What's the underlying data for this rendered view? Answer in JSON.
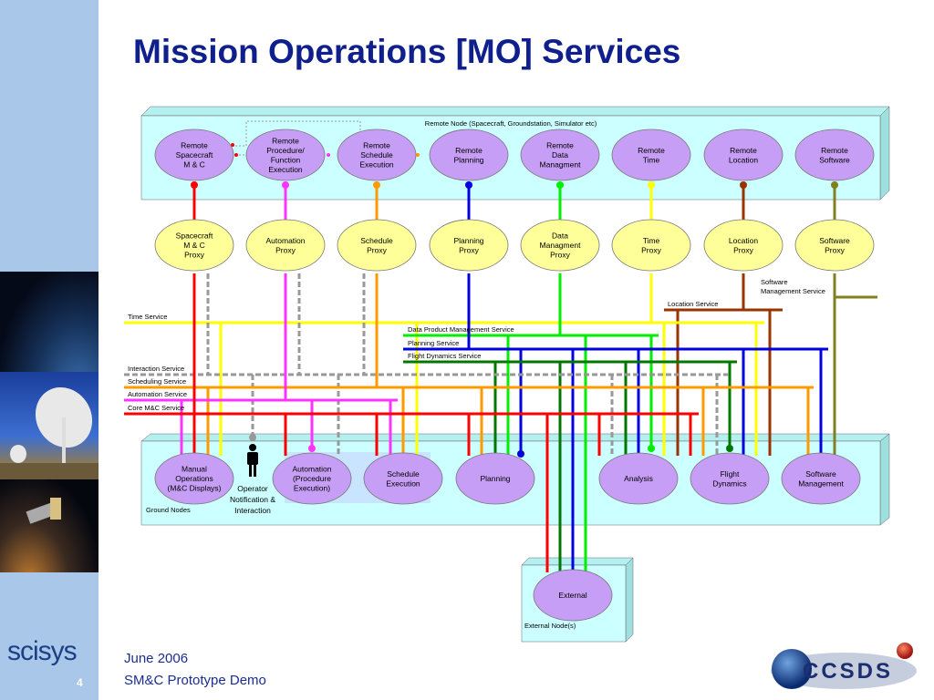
{
  "title": "Mission Operations [MO] Services",
  "page_number": "4",
  "footer": {
    "date": "June 2006",
    "subtitle": "SM&C Prototype Demo"
  },
  "logos": {
    "left": "scisys",
    "right": "CCSDS"
  },
  "colors": {
    "title": "#0f1f8c",
    "sidebar": "#a9c7e8",
    "panel": "#ccffff",
    "node_purple": "#c79ef5",
    "node_yellow": "#ffff99",
    "core": "#ff0000",
    "automation": "#ff33ff",
    "scheduling": "#ff9900",
    "interaction": "#999999",
    "time": "#ffff00",
    "data_product": "#00ee00",
    "planning": "#0000dd",
    "flight_dynamics": "#007700",
    "location": "#993300",
    "software": "#808020"
  },
  "regions": {
    "remote": "Remote Node (Spacecraft, Groundstation, Simulator etc)",
    "ground": "Ground Nodes",
    "external": "External Node(s)"
  },
  "remote_nodes": [
    {
      "lines": [
        "Remote",
        "Spacecraft",
        "M & C"
      ]
    },
    {
      "lines": [
        "Remote",
        "Procedure/",
        "Function",
        "Execution"
      ]
    },
    {
      "lines": [
        "Remote",
        "Schedule",
        "Execution"
      ]
    },
    {
      "lines": [
        "Remote",
        "Planning"
      ]
    },
    {
      "lines": [
        "Remote",
        "Data",
        "Managment"
      ]
    },
    {
      "lines": [
        "Remote",
        "Time"
      ]
    },
    {
      "lines": [
        "Remote",
        "Location"
      ]
    },
    {
      "lines": [
        "Remote",
        "Software"
      ]
    }
  ],
  "proxy_nodes": [
    {
      "lines": [
        "Spacecraft",
        "M & C",
        "Proxy"
      ]
    },
    {
      "lines": [
        "Automation",
        "Proxy"
      ]
    },
    {
      "lines": [
        "Schedule",
        "Proxy"
      ]
    },
    {
      "lines": [
        "Planning",
        "Proxy"
      ]
    },
    {
      "lines": [
        "Data",
        "Managment",
        "Proxy"
      ]
    },
    {
      "lines": [
        "Time",
        "Proxy"
      ]
    },
    {
      "lines": [
        "Location",
        "Proxy"
      ]
    },
    {
      "lines": [
        "Software",
        "Proxy"
      ]
    }
  ],
  "ground_nodes": [
    {
      "lines": [
        "Manual",
        "Operations",
        "(M&C Displays)"
      ]
    },
    {
      "lines": [
        "Automation",
        "(Procedure",
        "Execution)"
      ]
    },
    {
      "lines": [
        "Schedule",
        "Execution"
      ]
    },
    {
      "lines": [
        "Planning"
      ]
    },
    {
      "lines": [
        "Analysis"
      ]
    },
    {
      "lines": [
        "Flight",
        "Dynamics"
      ]
    },
    {
      "lines": [
        "Software",
        "Management"
      ]
    }
  ],
  "external_node": {
    "lines": [
      "External"
    ]
  },
  "operator": {
    "lines": [
      "Operator",
      "Notification &",
      "Interaction"
    ]
  },
  "services": {
    "time": "Time Service",
    "interaction": "Interaction Service",
    "scheduling": "Scheduling Service",
    "automation": "Automation Service",
    "core": "Core M&C Service",
    "data_product": "Data Product Management Service",
    "planning": "Planning Service",
    "flight_dynamics": "Flight Dynamics Service",
    "location": "Location Service",
    "software": [
      "Software",
      "Management Service"
    ]
  }
}
